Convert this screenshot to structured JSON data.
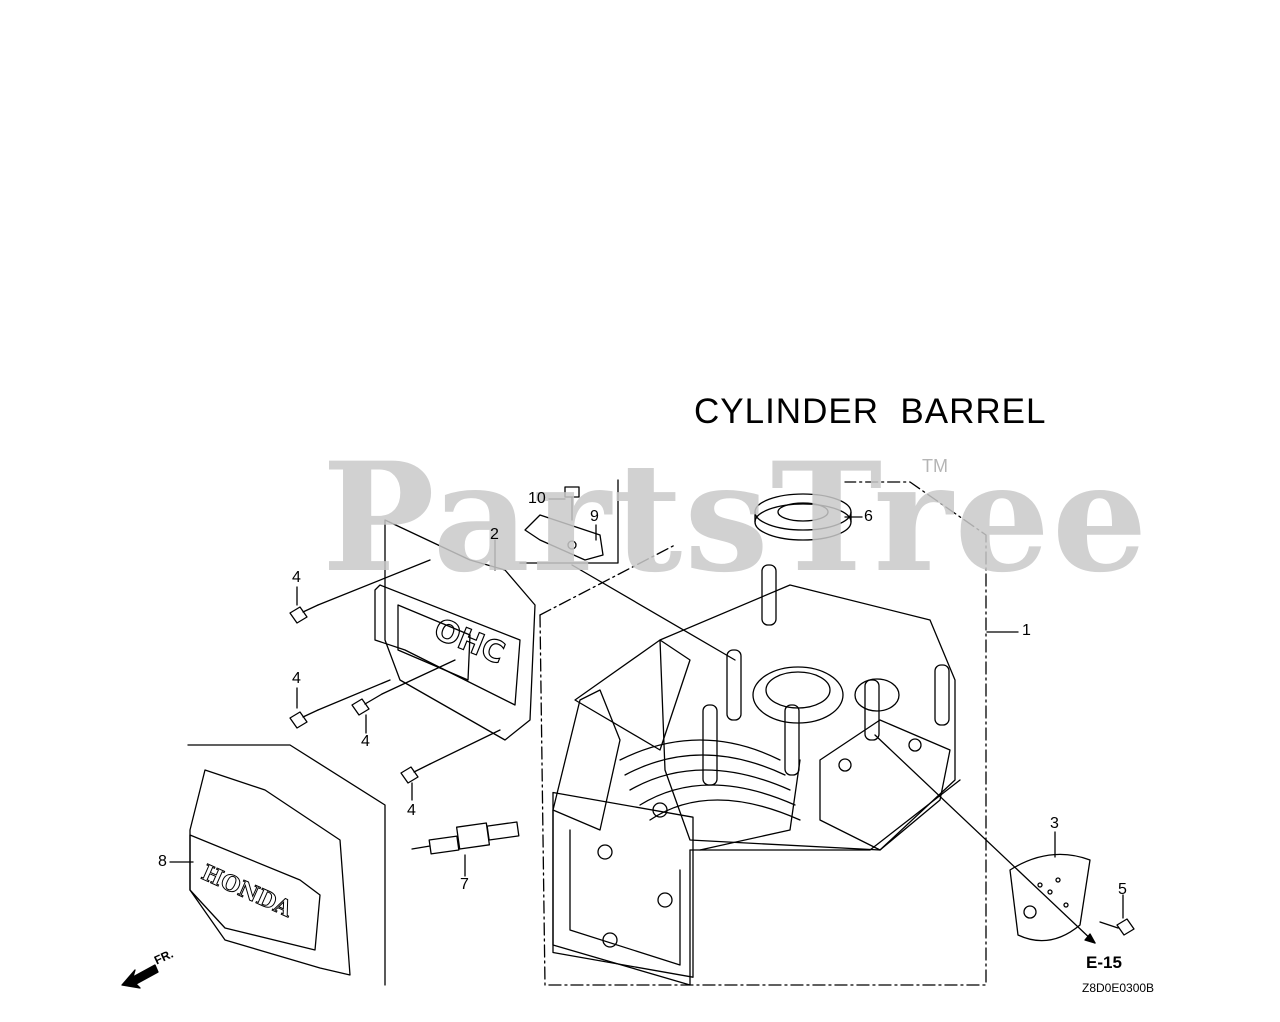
{
  "title": "CYLINDER  BARREL",
  "watermark": {
    "text": "PartsTree",
    "trademark": "TM"
  },
  "callouts": {
    "c1": "1",
    "c2": "2",
    "c3": "3",
    "c4a": "4",
    "c4b": "4",
    "c4c": "4",
    "c4d": "4",
    "c5": "5",
    "c6": "6",
    "c7": "7",
    "c8": "8",
    "c9": "9",
    "c10": "10"
  },
  "page_ref": "E-15",
  "diagram_code": "Z8D0E0300B",
  "front_marker": "FR.",
  "logos": {
    "cover": "OHC",
    "shroud": "HONDA"
  },
  "colors": {
    "ink": "#000000",
    "watermark": "#c9c9c9",
    "background": "#ffffff"
  }
}
